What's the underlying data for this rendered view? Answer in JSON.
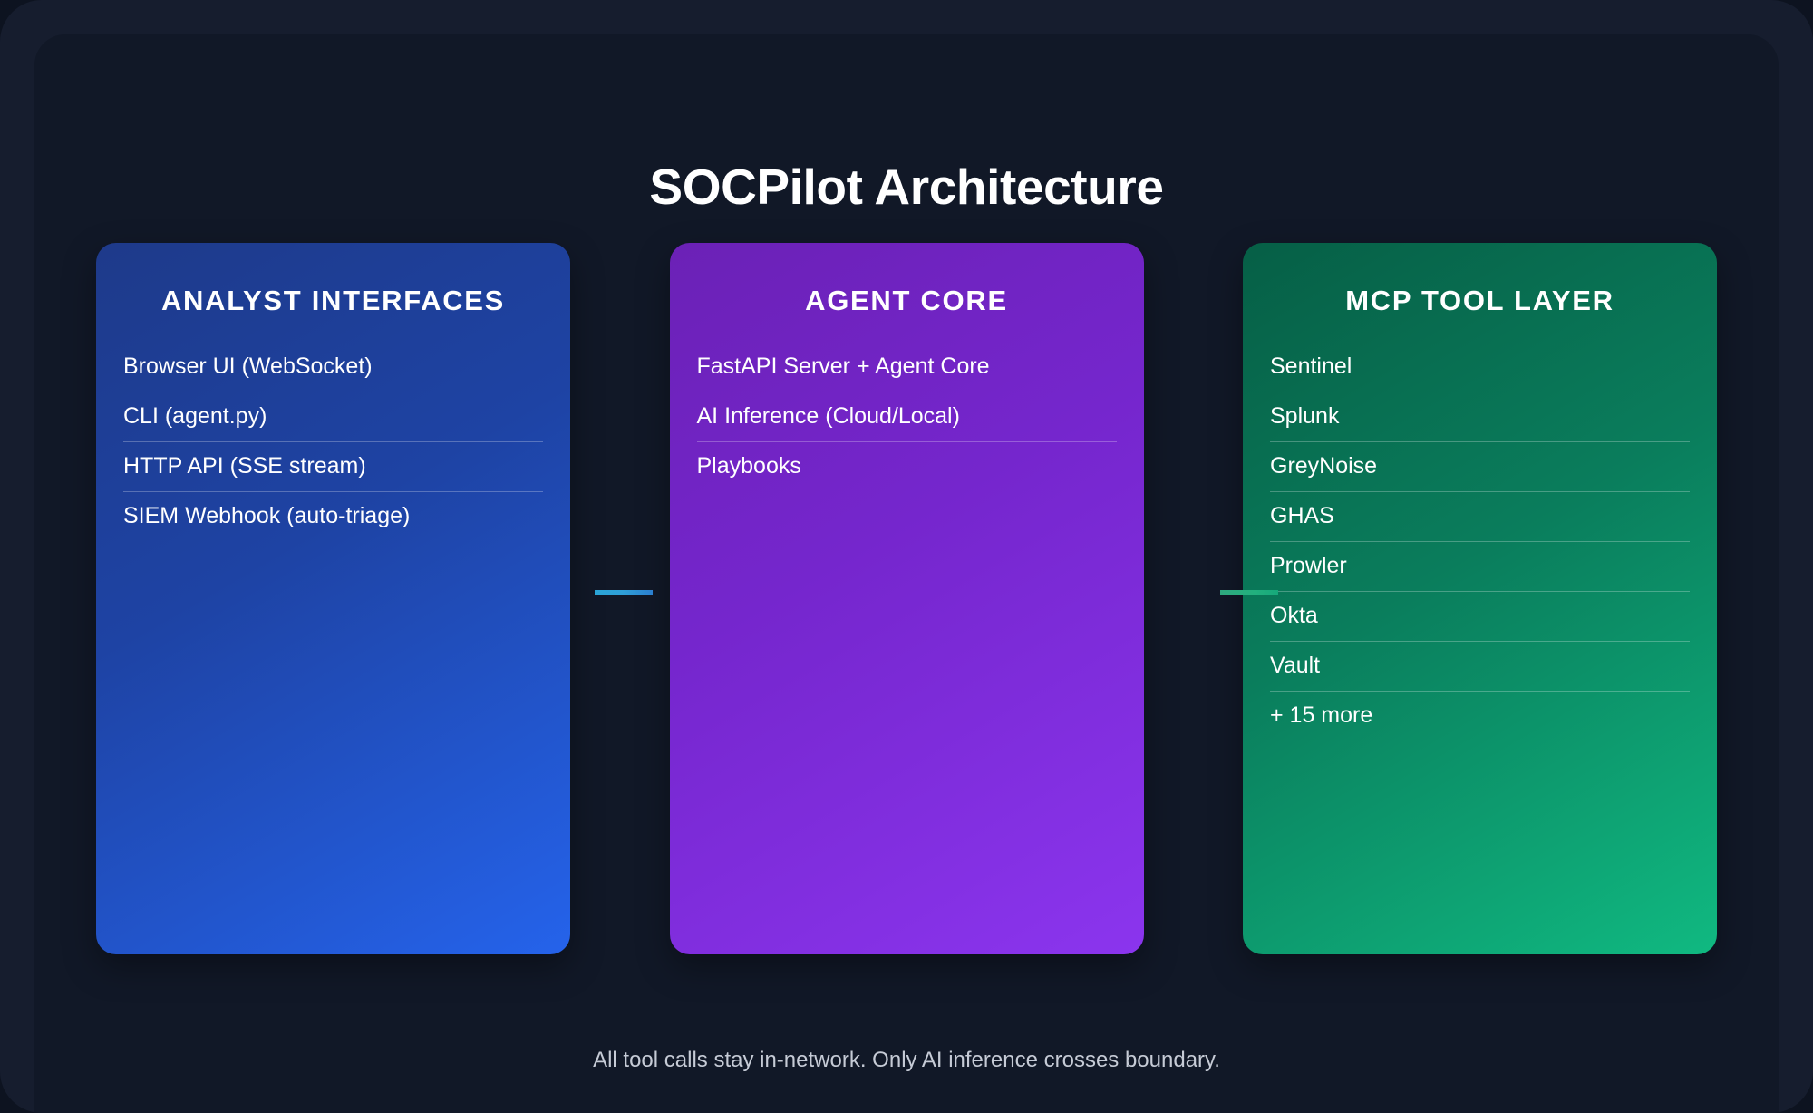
{
  "diagram": {
    "title": "SOCPilot Architecture",
    "footer_note": "All tool calls stay in-network. Only AI inference crosses boundary.",
    "colors": {
      "frame_background": "#161d2e",
      "canvas_background": "#111827",
      "title_color": "#ffffff",
      "footer_color": "#c6cbd6",
      "blue_card_from": "#1e3a8a",
      "blue_card_to": "#2563eb",
      "purple_card_from": "#6b21b6",
      "purple_card_to": "#8b35ee",
      "green_card_from": "#065f46",
      "green_card_to": "#10b981",
      "connector_left": "#2f9fd8",
      "connector_right": "#22b07e"
    },
    "columns": [
      {
        "id": "analyst-interfaces",
        "heading": "ANALYST INTERFACES",
        "items": [
          "Browser UI (WebSocket)",
          "CLI (agent.py)",
          "HTTP API (SSE stream)",
          "SIEM Webhook (auto-triage)"
        ]
      },
      {
        "id": "agent-core",
        "heading": "AGENT CORE",
        "items": [
          "FastAPI Server + Agent Core",
          "AI Inference (Cloud/Local)",
          "Playbooks"
        ]
      },
      {
        "id": "mcp-tool-layer",
        "heading": "MCP TOOL LAYER",
        "items": [
          "Sentinel",
          "Splunk",
          "GreyNoise",
          "GHAS",
          "Prowler",
          "Okta",
          "Vault",
          "+ 15 more"
        ]
      }
    ],
    "connectors": [
      {
        "id": "analyst-to-core",
        "from": "analyst-interfaces",
        "to": "agent-core"
      },
      {
        "id": "core-to-tools",
        "from": "agent-core",
        "to": "mcp-tool-layer"
      }
    ]
  }
}
